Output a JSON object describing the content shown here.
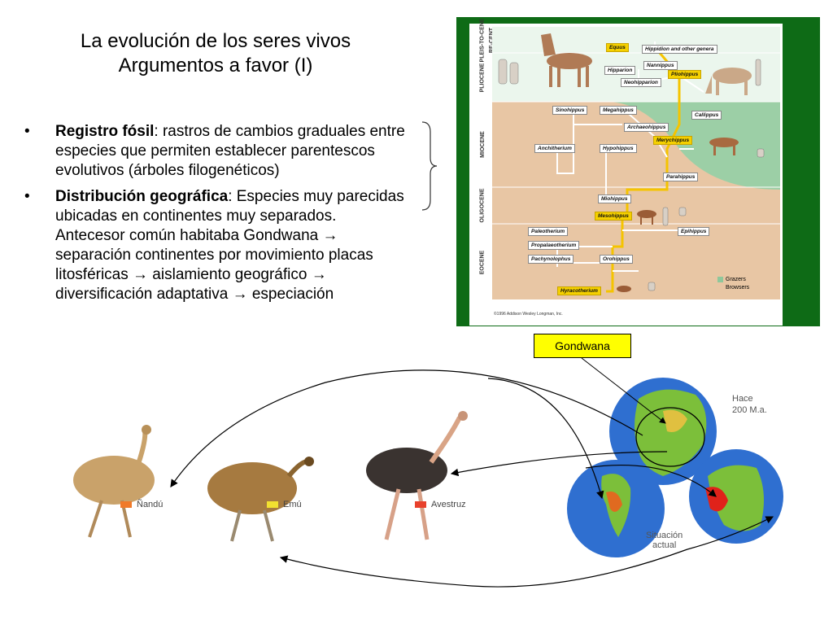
{
  "slide": {
    "title_line1": "La evolución de los seres vivos",
    "title_line2": "Argumentos a favor (I)",
    "bullets": [
      {
        "bold": "Registro fósil",
        "text": ": rastros de cambios graduales entre especies que permiten establecer parentescos evolutivos (árboles filogenéticos)"
      },
      {
        "bold": "Distribución geográfica",
        "text": ": Especies muy parecidas ubicadas en continentes muy separados. Antecesor común habitaba Gondwana → separación continentes por movimiento placas litosféricas → aislamiento geográfico → diversificación adaptativa → especiación"
      }
    ]
  },
  "tree": {
    "eras": [
      "PLEIS-TO-CENE",
      "RE-CENT",
      "PLIOCENE",
      "MIOCENE",
      "OLIGOCENE",
      "EOCENE"
    ],
    "taxa": {
      "equus": "Equus",
      "hippidion": "Hippidion and other genera",
      "nannippus": "Nannippus",
      "hipparion": "Hipparion",
      "pliohippus": "Pliohippus",
      "neohipparion": "Neohipparion",
      "sinohippus": "Sinohippus",
      "megahippus": "Megahippus",
      "callippus": "Callippus",
      "archaeohippus": "Archaeohippus",
      "anchitherium": "Anchitherium",
      "hypohippus": "Hypohippus",
      "merychippus": "Merychippus",
      "parahippus": "Parahippus",
      "miohippus": "Miohippus",
      "mesohippus": "Mesohippus",
      "paleotherium": "Paleotherium",
      "epihippus": "Epihippus",
      "propalaeotherium": "Propalaeotherium",
      "pachynolophus": "Pachynolophus",
      "orohippus": "Orohippus",
      "hyracotherium": "Hyracotherium"
    },
    "legend": {
      "grazers": "Grazers",
      "browsers": "Browsers"
    },
    "copyright": "©1996 Addison Wesley Longman, Inc.",
    "colors": {
      "grazers": "#8fc79b",
      "browsers": "#e8c6a4",
      "lineage": "#f5c400",
      "frame": "#0e6b16"
    }
  },
  "gondwana_label": "Gondwana",
  "birds": [
    {
      "name": "Ñandú",
      "color": "#f07a2a"
    },
    {
      "name": "Emú",
      "color": "#f2e030"
    },
    {
      "name": "Avestruz",
      "color": "#e8412c"
    }
  ],
  "globes": {
    "past_line1": "Hace",
    "past_line2": "200 M.a.",
    "present_line1": "Situación",
    "present_line2": "actual"
  }
}
